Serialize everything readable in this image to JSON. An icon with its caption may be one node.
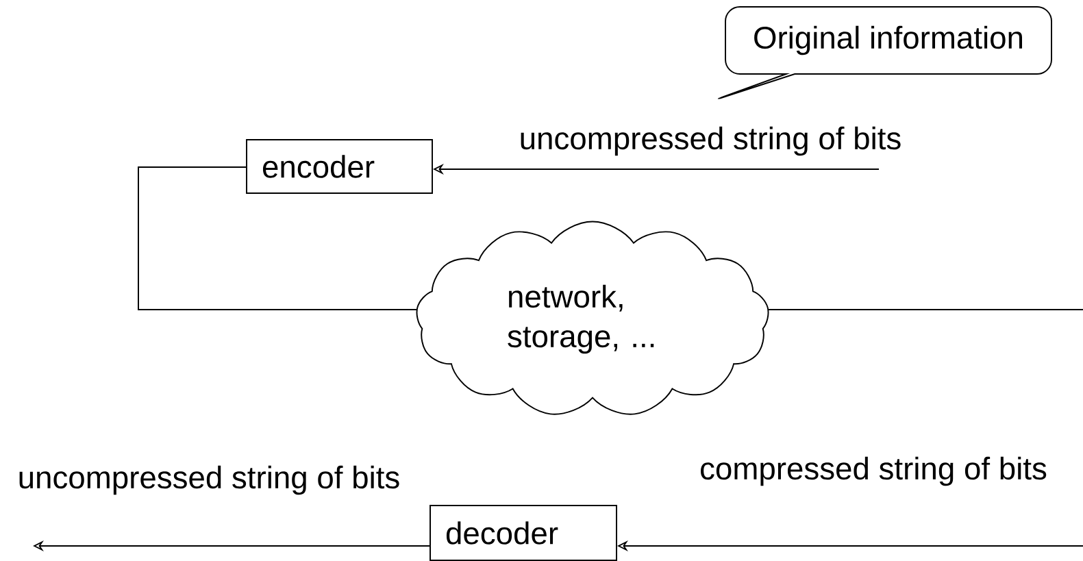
{
  "diagram": {
    "nodes": [
      {
        "text": [
          "Original information"
        ]
      },
      {
        "text": [
          "encoder"
        ]
      },
      {
        "text": [
          "network, storage, ..."
        ]
      },
      {
        "text": [
          "decoder"
        ]
      }
    ],
    "edges": [
      {
        "from": null,
        "to": 1,
        "arrow": "to",
        "label": "uncompressed string of bits"
      },
      {
        "from": 1,
        "to": 2,
        "arrow": "none"
      },
      {
        "from": 2,
        "to": null,
        "arrow": "none"
      },
      {
        "from": null,
        "to": 3,
        "arrow": "to",
        "label": "compressed string of bits"
      },
      {
        "from": 3,
        "to": null,
        "arrow": "to",
        "label": "uncompressed string of bits"
      }
    ]
  }
}
